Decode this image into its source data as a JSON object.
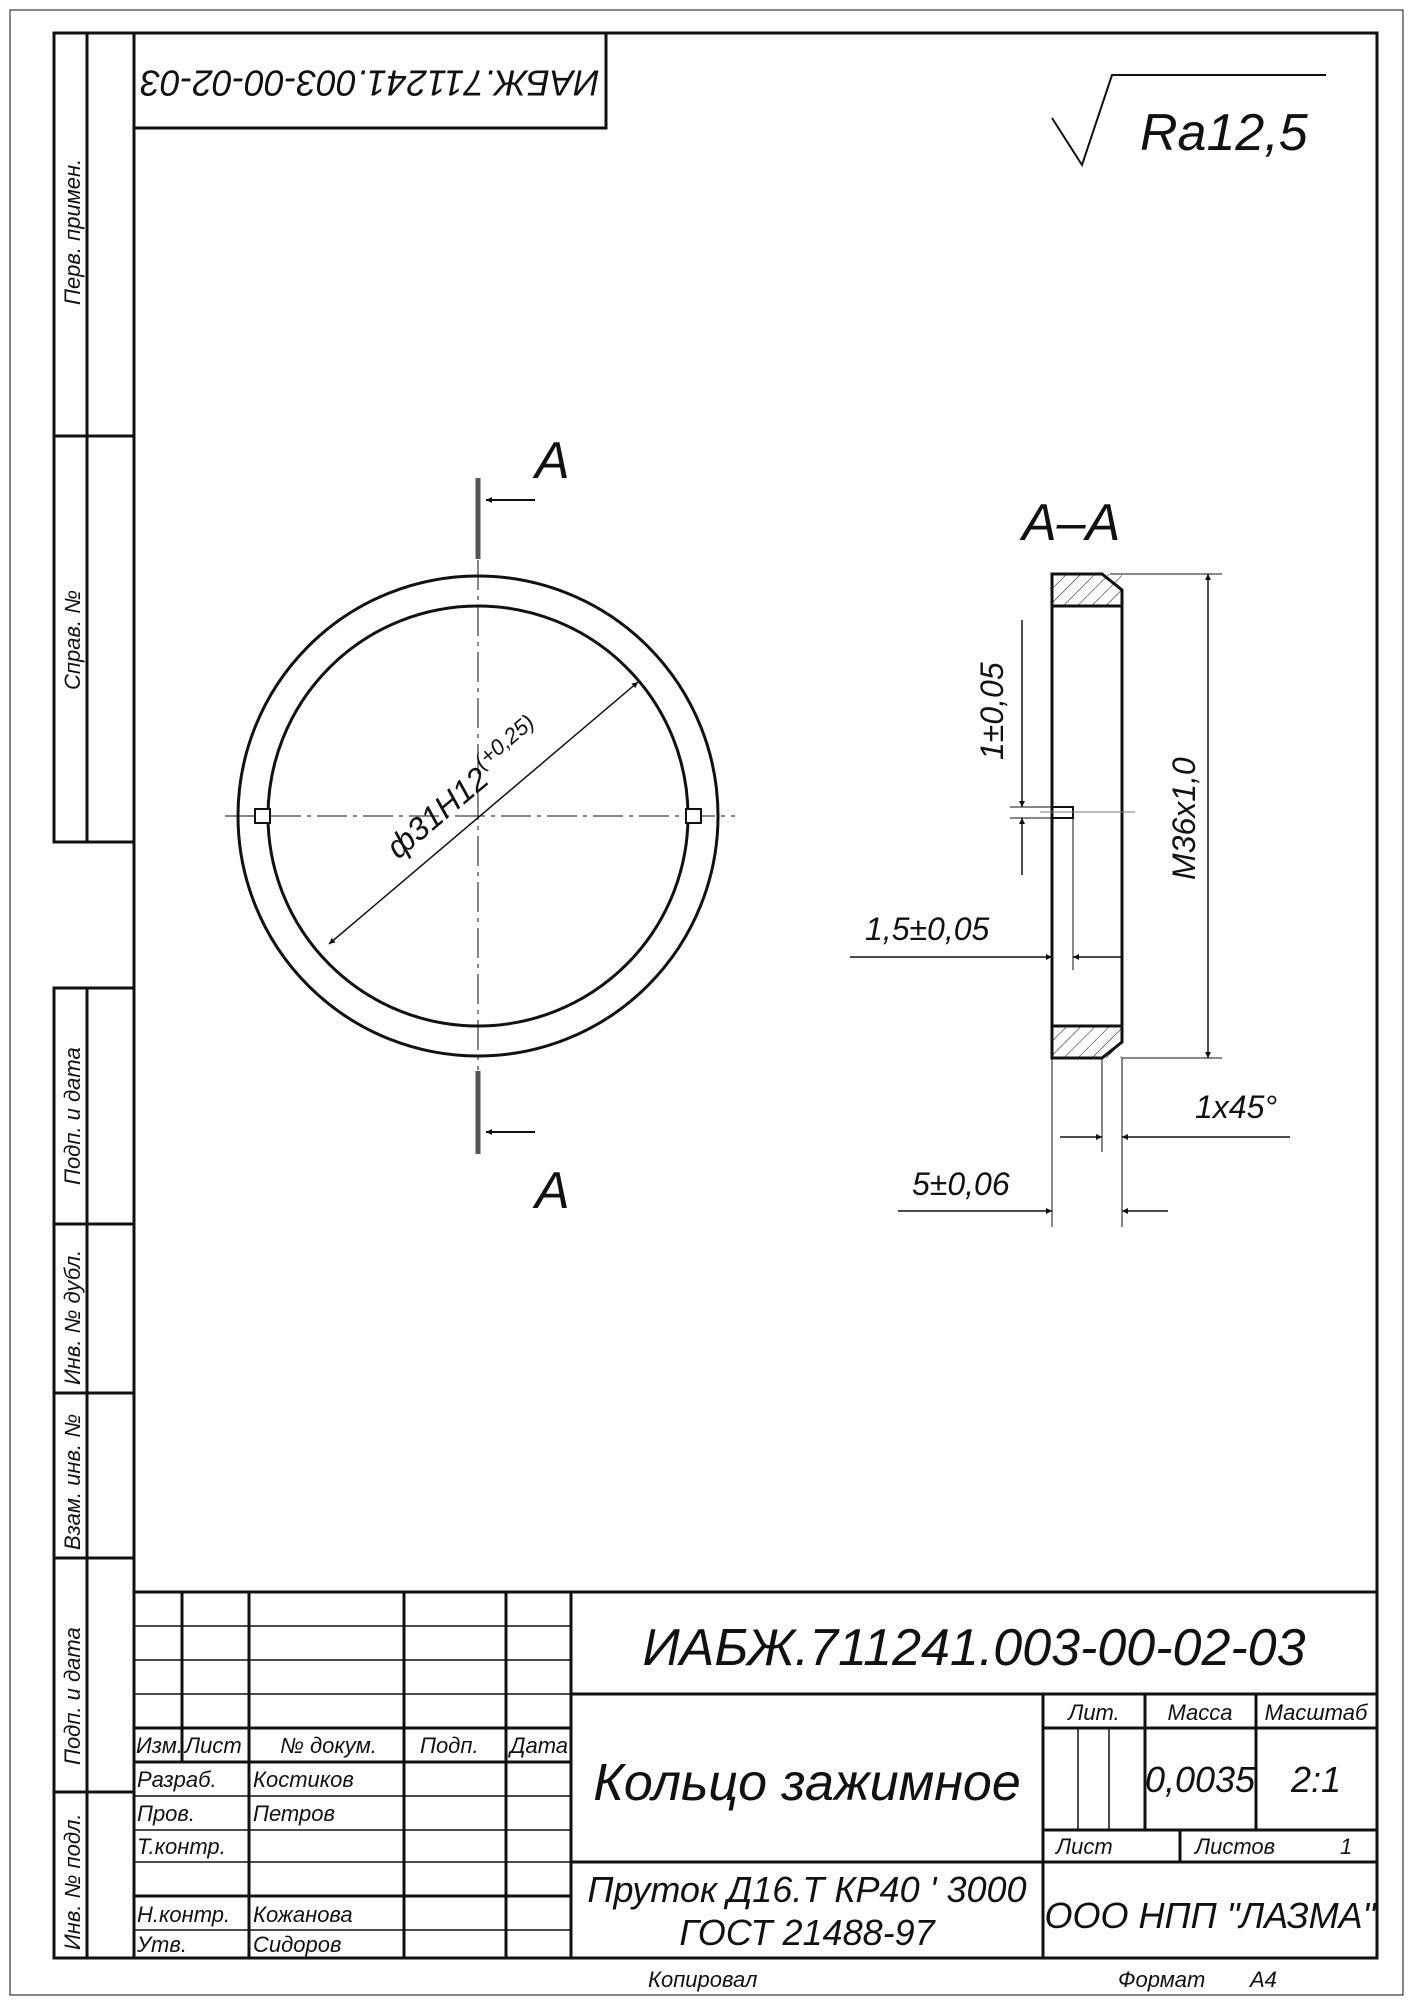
{
  "stamp_rotated": "ИАБЖ.711241.003-00-02-03",
  "roughness": "Ra12,5",
  "left_strip": {
    "perv_primen": "Перв. примен.",
    "sprav_no": "Справ. №",
    "podp_data_1": "Подп. и дата",
    "inv_dubl": "Инв. № дубл.",
    "vzam_inv": "Взам. инв. №",
    "podp_data_2": "Подп. и дата",
    "inv_podl": "Инв. № подл."
  },
  "views": {
    "section_mark_top": "А",
    "section_mark_bottom": "А",
    "section_title": "А–А",
    "diameter": "ф31H12",
    "diameter_tol": "(+0,25)",
    "dim_slot": "1±0,05",
    "dim_thread": "M36x1,0",
    "dim_depth": "1,5±0,05",
    "dim_chamfer": "1x45°",
    "dim_width": "5±0,06"
  },
  "title_block": {
    "designation": "ИАБЖ.711241.003-00-02-03",
    "name": "Кольцо зажимное",
    "material_line1": "Пруток Д16.Т КР40 ' 3000",
    "material_line2": "ГОСТ 21488-97",
    "company": "ООО НПП \"ЛАЗМА\"",
    "headers": {
      "izm": "Изм.",
      "list": "Лист",
      "doc": "№ докум.",
      "podp": "Подп.",
      "data": "Дата"
    },
    "roles": [
      {
        "role": "Разраб.",
        "name": "Костиков"
      },
      {
        "role": "Пров.",
        "name": "Петров"
      },
      {
        "role": "Т.контр.",
        "name": ""
      },
      {
        "role": "",
        "name": ""
      },
      {
        "role": "Н.контр.",
        "name": "Кожанова"
      },
      {
        "role": "Утв.",
        "name": "Сидоров"
      }
    ],
    "lit_label": "Лит.",
    "mass_label": "Масса",
    "scale_label": "Масштаб",
    "mass": "0,0035",
    "scale": "2:1",
    "sheet_label": "Лист",
    "sheets_label": "Листов",
    "sheets": "1"
  },
  "footer": {
    "copied": "Копировал",
    "format_label": "Формат",
    "format": "А4"
  }
}
